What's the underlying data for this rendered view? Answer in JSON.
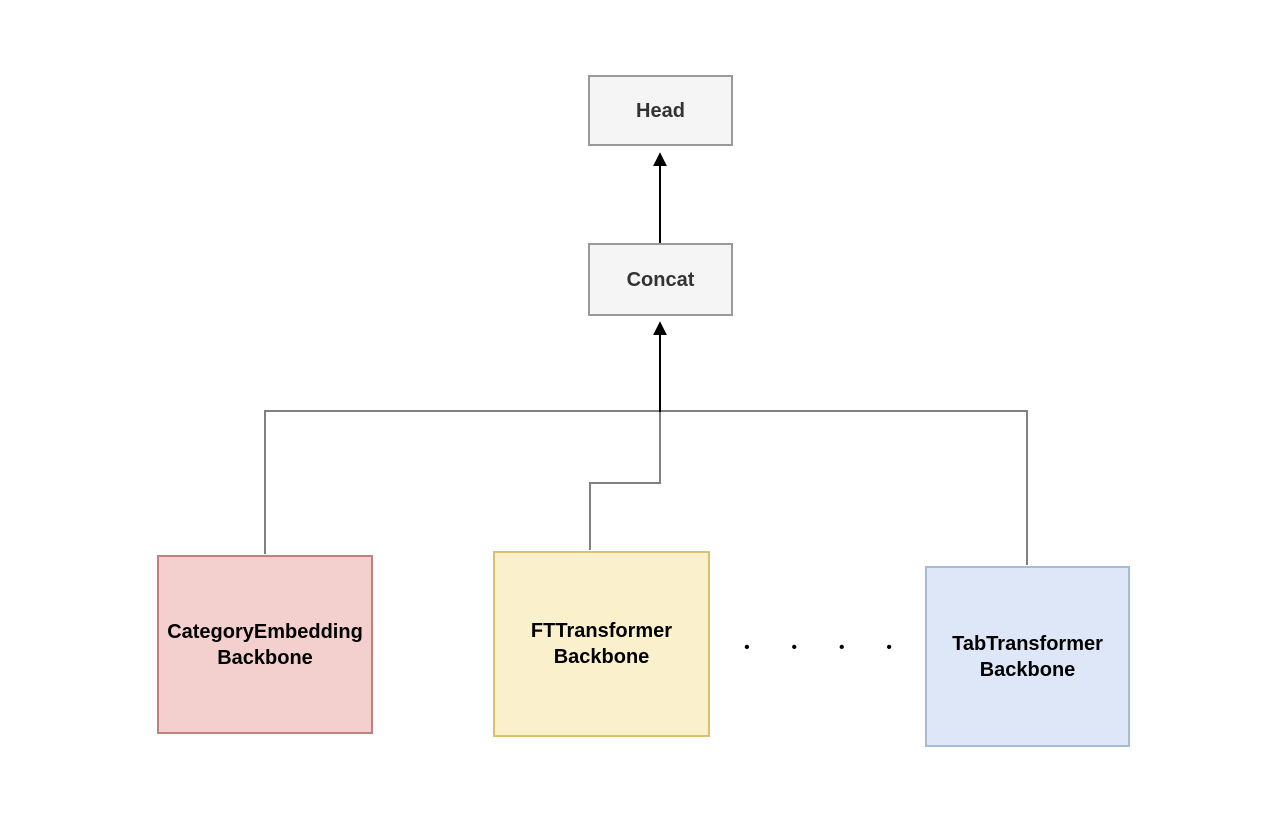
{
  "diagram": {
    "nodes": {
      "head": {
        "label": "Head"
      },
      "concat": {
        "label": "Concat"
      },
      "category_embedding_backbone": {
        "label": "CategoryEmbedding Backbone"
      },
      "ft_transformer_backbone": {
        "label": "FTTransformer Backbone"
      },
      "tab_transformer_backbone": {
        "label": "TabTransformer Backbone"
      }
    },
    "ellipsis": "• • • •",
    "colors": {
      "plain_node_fill": "#f5f5f5",
      "plain_node_border": "#999999",
      "plain_node_text": "#333333",
      "category_fill": "#f3cfcd",
      "category_border": "#c0807c",
      "ft_fill": "#fbf0cc",
      "ft_border": "#ddc06e",
      "tab_fill": "#dde7f8",
      "tab_border": "#a5bad9",
      "connector_line": "#808080",
      "arrow_line": "#000000",
      "node_text": "#000000",
      "background": "#ffffff"
    }
  }
}
